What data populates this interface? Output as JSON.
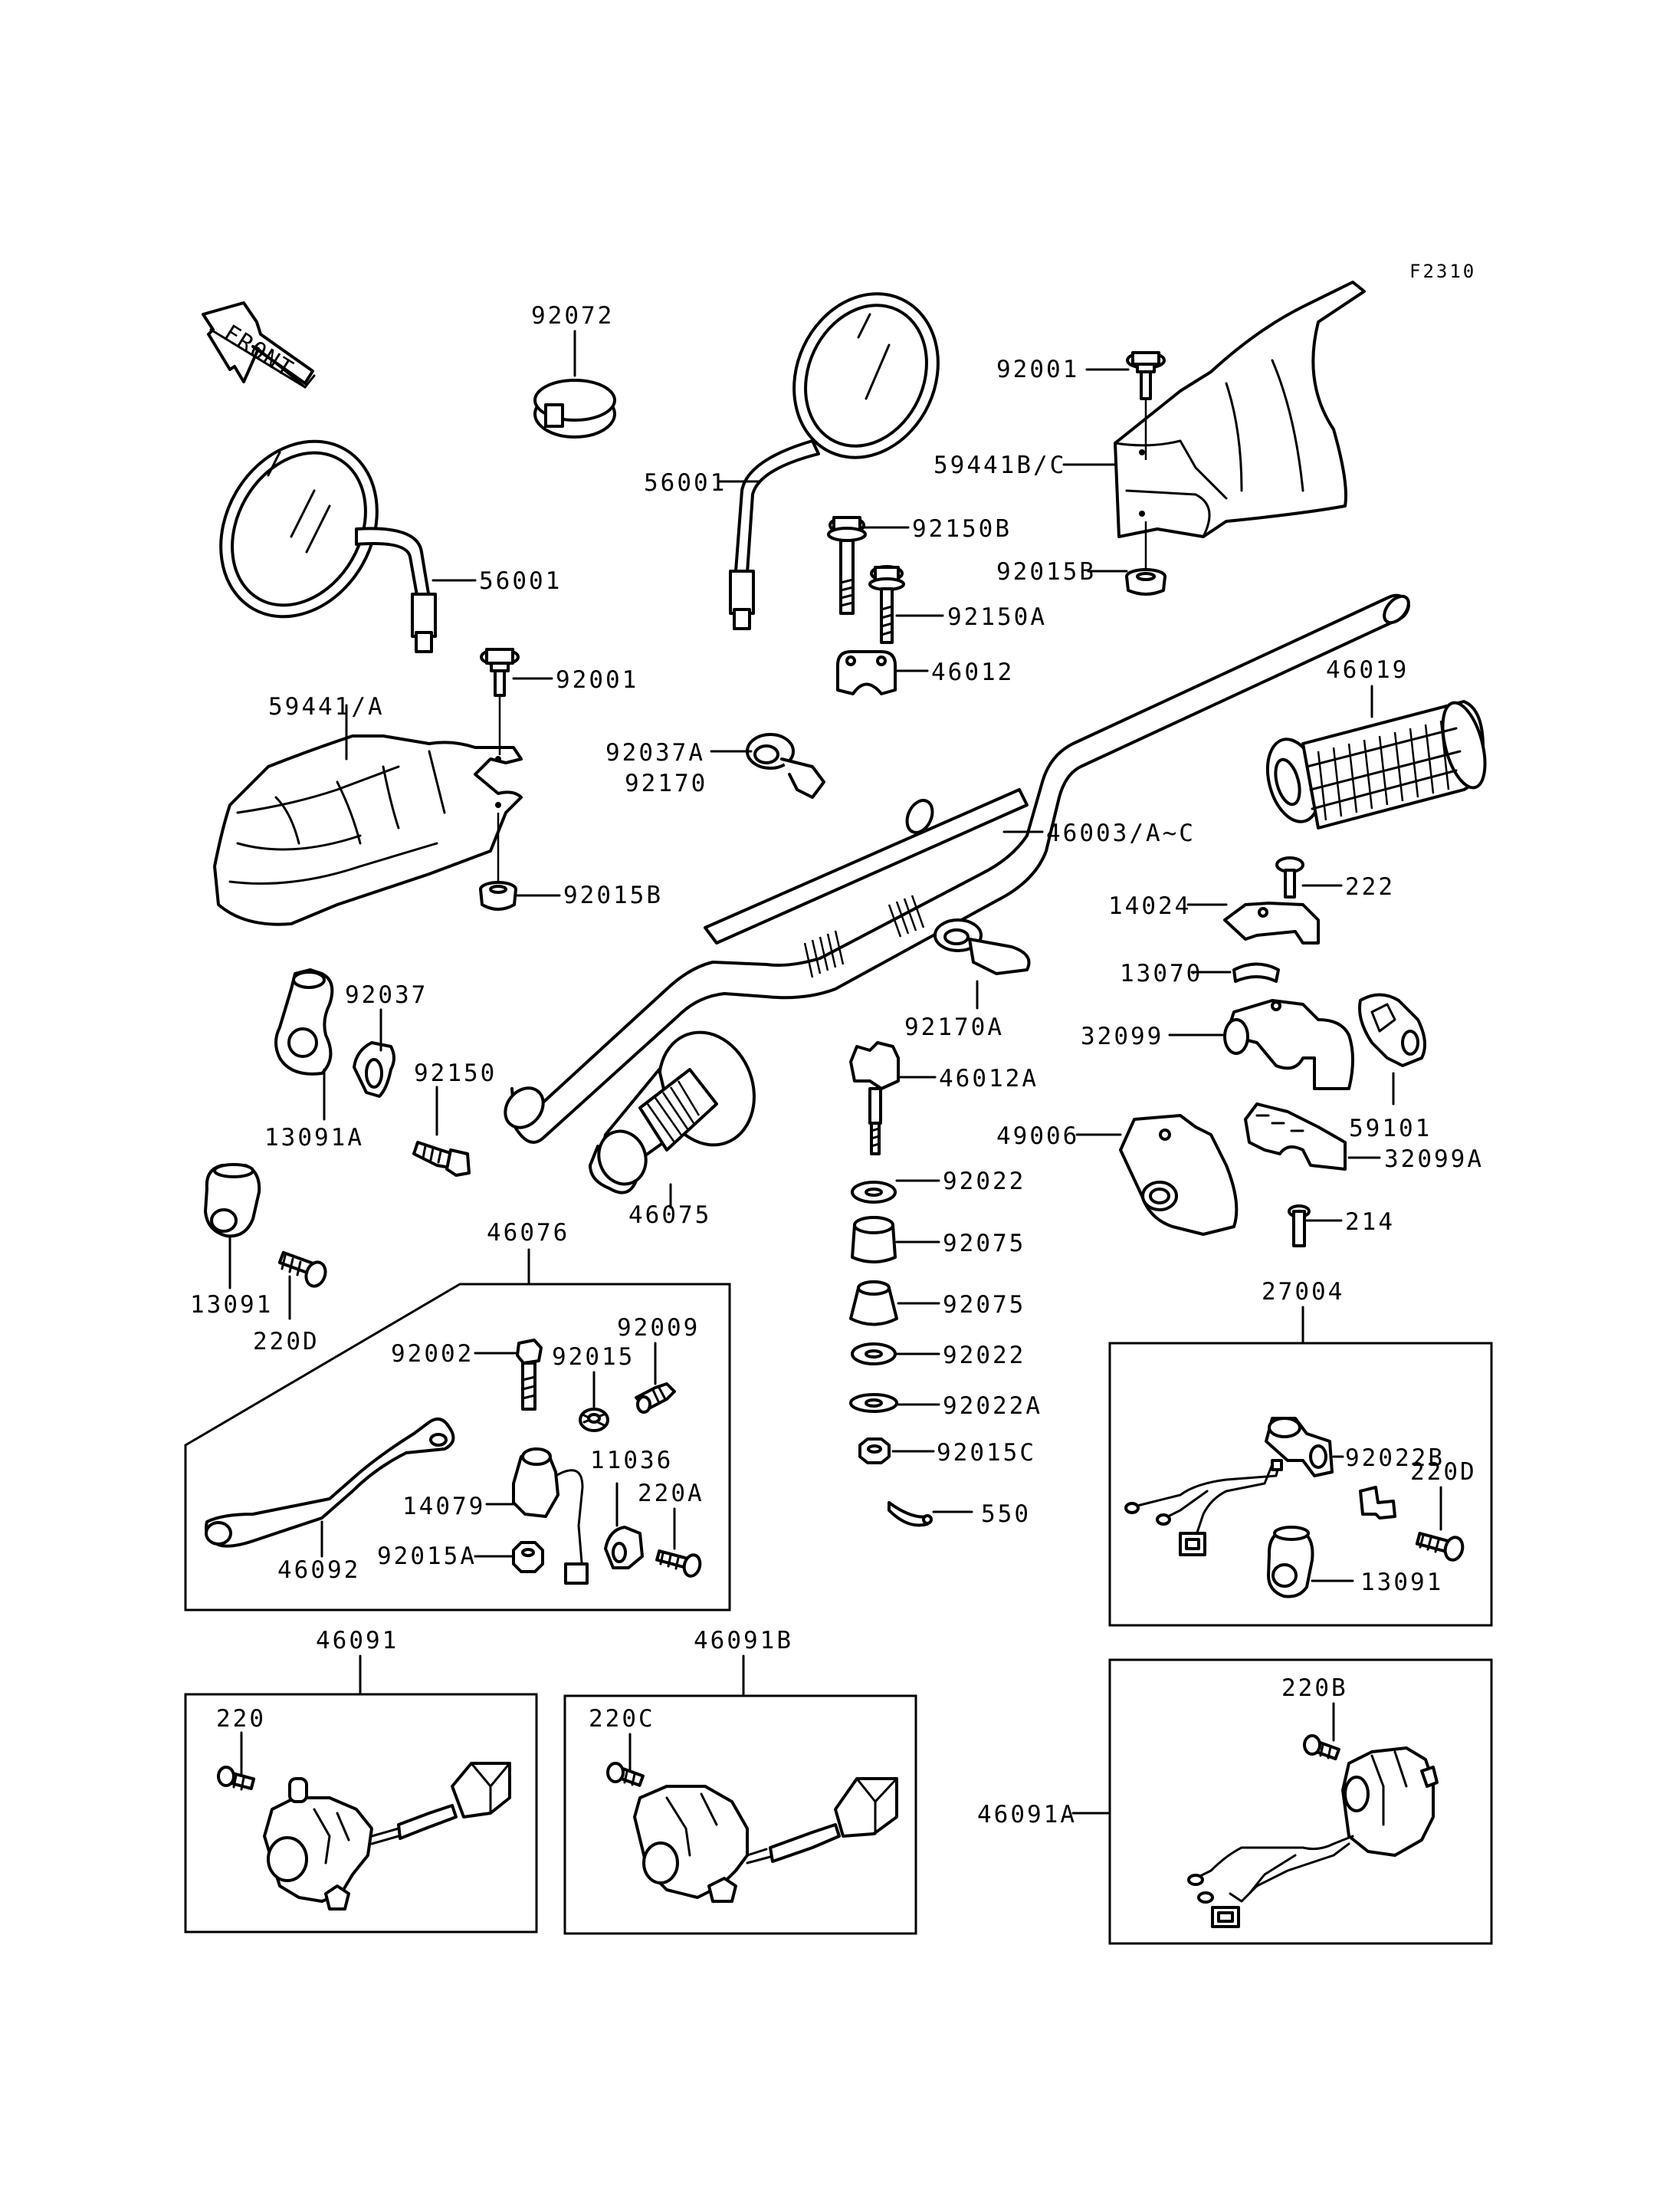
{
  "diagram_code": "F2310",
  "front_arrow": {
    "label": "FRONT",
    "icon": "front-arrow-icon"
  },
  "labels": {
    "l_92072": "92072",
    "l_56001_a": "56001",
    "l_56001_b": "56001",
    "l_92001_a": "92001",
    "l_59441bc": "59441B/C",
    "l_92150b": "92150B",
    "l_92015b_a": "92015B",
    "l_92150a": "92150A",
    "l_46012": "46012",
    "l_92001_b": "92001",
    "l_59441a": "59441/A",
    "l_92037a": "92037A",
    "l_92170": "92170",
    "l_46019": "46019",
    "l_46003": "46003/A~C",
    "l_92015b_b": "92015B",
    "l_222": "222",
    "l_14024": "14024",
    "l_13070": "13070",
    "l_92037": "92037",
    "l_92170a": "92170A",
    "l_32099": "32099",
    "l_92150": "92150",
    "l_46012a": "46012A",
    "l_59101": "59101",
    "l_13091a": "13091A",
    "l_49006": "49006",
    "l_32099a": "32099A",
    "l_92022_a": "92022",
    "l_46075": "46075",
    "l_214": "214",
    "l_46076": "46076",
    "l_92075_a": "92075",
    "l_13091_a": "13091",
    "l_220d_a": "220D",
    "l_27004": "27004",
    "l_92009": "92009",
    "l_92075_b": "92075",
    "l_92002": "92002",
    "l_92015": "92015",
    "l_92022_b": "92022",
    "l_92022a": "92022A",
    "l_92022b": "92022B",
    "l_11036": "11036",
    "l_92015c": "92015C",
    "l_220d_b": "220D",
    "l_14079": "14079",
    "l_220a": "220A",
    "l_550": "550",
    "l_46092": "46092",
    "l_92015a": "92015A",
    "l_13091_b": "13091",
    "l_46091": "46091",
    "l_46091b": "46091B",
    "l_220": "220",
    "l_220c": "220C",
    "l_220b": "220B",
    "l_46091a": "46091A"
  }
}
